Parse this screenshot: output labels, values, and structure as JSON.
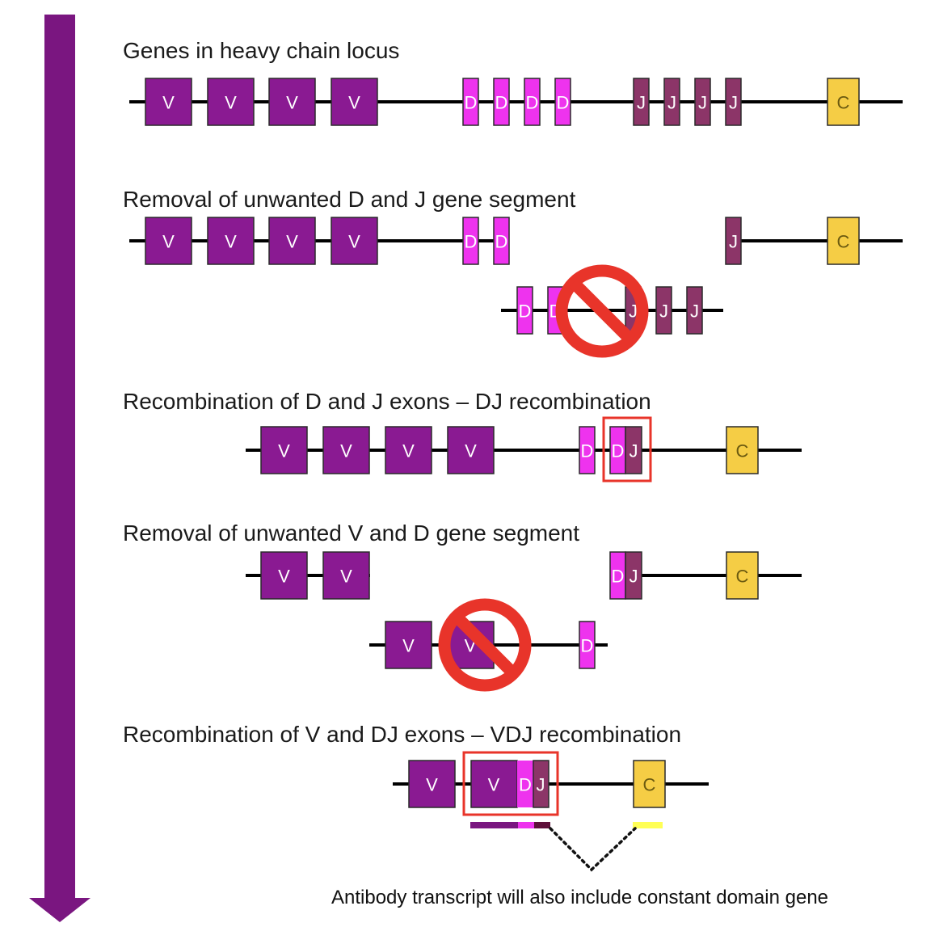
{
  "diagram": {
    "steps": [
      {
        "title": "Genes in heavy chain locus"
      },
      {
        "title": "Removal of unwanted D and J gene segment"
      },
      {
        "title": "Recombination of D and J exons – DJ recombination"
      },
      {
        "title": "Removal of unwanted V and D gene segment"
      },
      {
        "title": "Recombination of V and DJ exons – VDJ recombination"
      }
    ],
    "caption": "Antibody transcript will also include constant domain gene",
    "labels": {
      "V": "V",
      "D": "D",
      "J": "J",
      "C": "C"
    },
    "colors": {
      "V": "#8a1a92",
      "D": "#ee33ee",
      "J": "#8c3568",
      "C": "#f5cd45",
      "arrow": "#7a1680",
      "prohibit": "#e8342a",
      "highlight_box": "#e8342a",
      "transcript_V": "#7a1680",
      "transcript_D": "#ee33ee",
      "transcript_J": "#5e0f3a",
      "transcript_C": "#ffff55"
    },
    "icons": {
      "timeline_arrow": "down-arrow-icon",
      "excision": "prohibition-icon"
    }
  }
}
